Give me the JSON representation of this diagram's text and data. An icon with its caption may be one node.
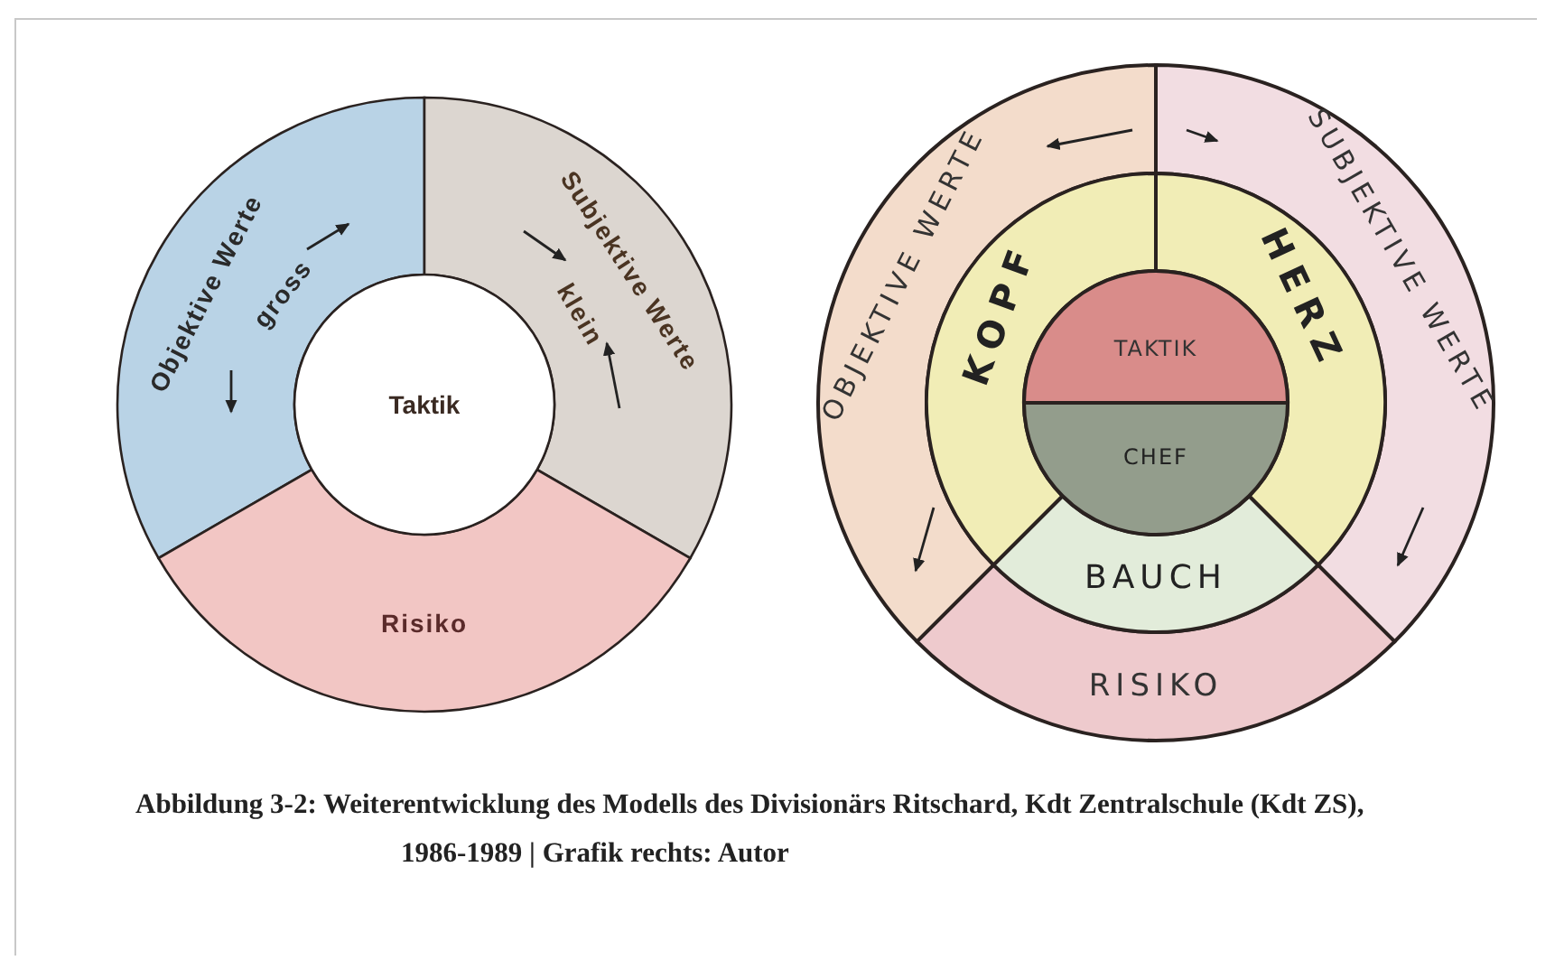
{
  "diagram": {
    "caption": "Abbildung 3-2: Weiterentwicklung des Modells des Divisionärs Ritschard, Kdt Zentralschule (Kdt ZS), 1986-1989 | Grafik rechts: Autor",
    "nodes": [
      {
        "text": [
          "Taktik"
        ]
      },
      {
        "text": [
          "Objektive Werte",
          "gross"
        ]
      },
      {
        "text": [
          "Subjektive Werte",
          "klein"
        ]
      },
      {
        "text": [
          "Risiko"
        ]
      },
      {
        "text": [
          "OBJEKTIVE WERTE"
        ]
      },
      {
        "text": [
          "SUBJEKTIVE WERTE"
        ]
      },
      {
        "text": [
          "RISIKO"
        ]
      },
      {
        "text": [
          "KOPF"
        ]
      },
      {
        "text": [
          "HERZ"
        ]
      },
      {
        "text": [
          "BAUCH"
        ]
      },
      {
        "text": [
          "TAKTIK"
        ]
      },
      {
        "text": [
          "CHEF"
        ]
      }
    ]
  }
}
